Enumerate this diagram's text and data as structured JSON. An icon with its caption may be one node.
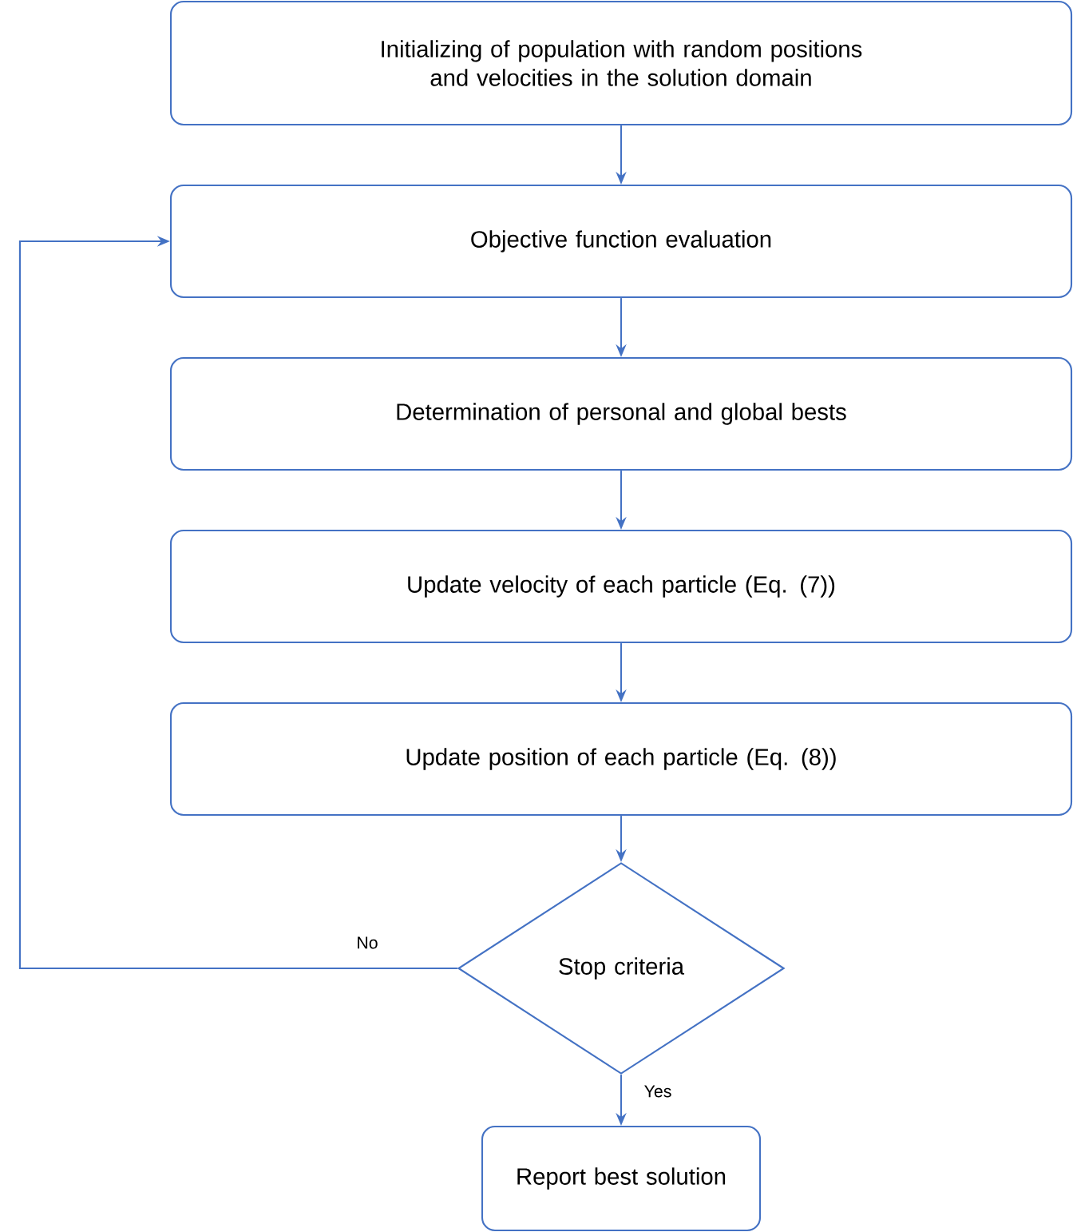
{
  "diagram": {
    "nodes": [
      {
        "text": [
          "Initializing of population with random positions and velocities in the solution domain"
        ]
      },
      {
        "text": [
          "Objective function evaluation"
        ]
      },
      {
        "text": [
          "Determination of  personal and global bests"
        ]
      },
      {
        "text": [
          "Update velocity of each particle (Eq. (7))"
        ]
      },
      {
        "text": [
          "Update position of each particle (Eq. (8))"
        ]
      },
      {
        "text": [
          "Stop criteria"
        ]
      },
      {
        "text": [
          "Report best solution"
        ]
      }
    ],
    "edges": [
      {
        "from": 0,
        "to": 1,
        "arrow": "to"
      },
      {
        "from": 1,
        "to": 2,
        "arrow": "to"
      },
      {
        "from": 2,
        "to": 3,
        "arrow": "to"
      },
      {
        "from": 3,
        "to": 4,
        "arrow": "to"
      },
      {
        "from": 4,
        "to": 5,
        "arrow": "to"
      },
      {
        "from": 5,
        "to": 1,
        "arrow": "to",
        "label": "No"
      },
      {
        "from": 5,
        "to": 6,
        "arrow": "to",
        "label": "Yes"
      }
    ]
  }
}
